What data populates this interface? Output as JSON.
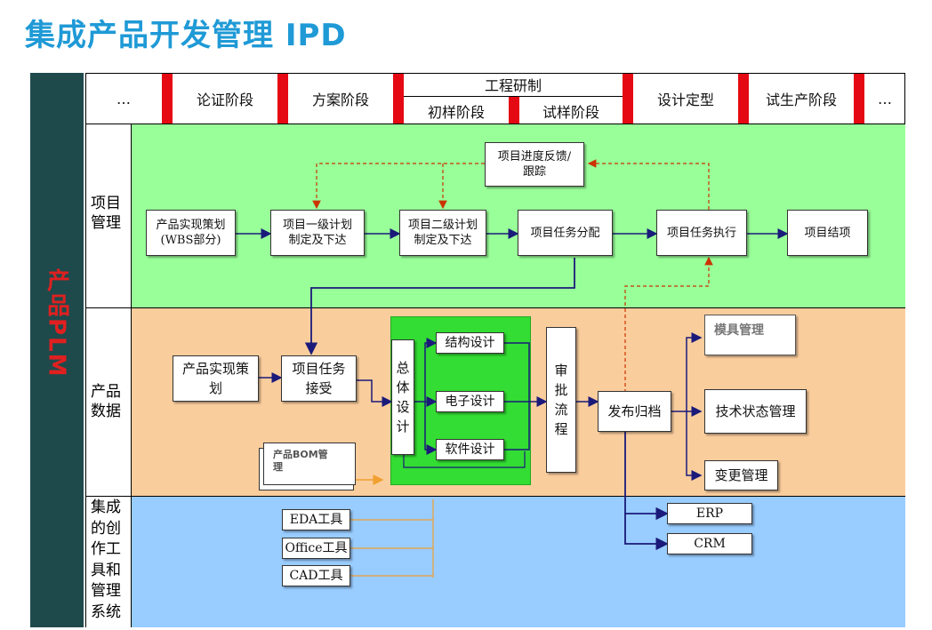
{
  "title": "集成产品开发管理 IPD",
  "sidebar_label": "产品PLM",
  "phases": {
    "ellipsis_left": "…",
    "demonstration": "论证阶段",
    "scheme": "方案阶段",
    "engineering": "工程研制",
    "prototype_initial": "初样阶段",
    "prototype_trial": "试样阶段",
    "design_final": "设计定型",
    "trial_production": "试生产阶段",
    "ellipsis_right": "…"
  },
  "lanes": {
    "project": "项目\n管理",
    "product": "产品\n数据",
    "tools": "集成\n的创\n作工\n具和\n管理\n系统"
  },
  "project_mgmt": {
    "progress_feedback": "项目进度反馈/\n跟踪",
    "product_plan_wbs": "产品实现策划\n(WBS部分)",
    "level1_plan": "项目一级计划\n制定及下达",
    "level2_plan": "项目二级计划\n制定及下达",
    "task_assign": "项目任务分配",
    "task_execute": "项目任务执行",
    "closure": "项目结项"
  },
  "product_data": {
    "product_plan": "产品实现策\n划",
    "task_accept": "项目任务\n接受",
    "overall_design": "总\n体\n设\n计",
    "structural_design": "结构设计",
    "electronic_design": "电子设计",
    "software_design": "软件设计",
    "approval_flow": "审\n批\n流\n程",
    "release_archive": "发布归档",
    "mold_mgmt": "模具管理",
    "tech_state_mgmt": "技术状态管理",
    "change_mgmt": "变更管理",
    "bom_mgmt": "产品BOM管\n理"
  },
  "tools": {
    "eda": "EDA工具",
    "office": "Office工具",
    "cad": "CAD工具",
    "erp": "ERP",
    "crm": "CRM"
  },
  "colors": {
    "title": "#1f9ad6",
    "sidebar_bg": "#1e4a4c",
    "sidebar_text": "#e02020",
    "project_band": "#99ff99",
    "product_band": "#facd9d",
    "tools_band": "#99ccff",
    "phase_divider": "#e50914",
    "arrow_navy": "#1a1a7a",
    "arrow_dashed": "#cc3300",
    "arrow_orange": "#f0a030",
    "design_panel": "#33dd33"
  }
}
